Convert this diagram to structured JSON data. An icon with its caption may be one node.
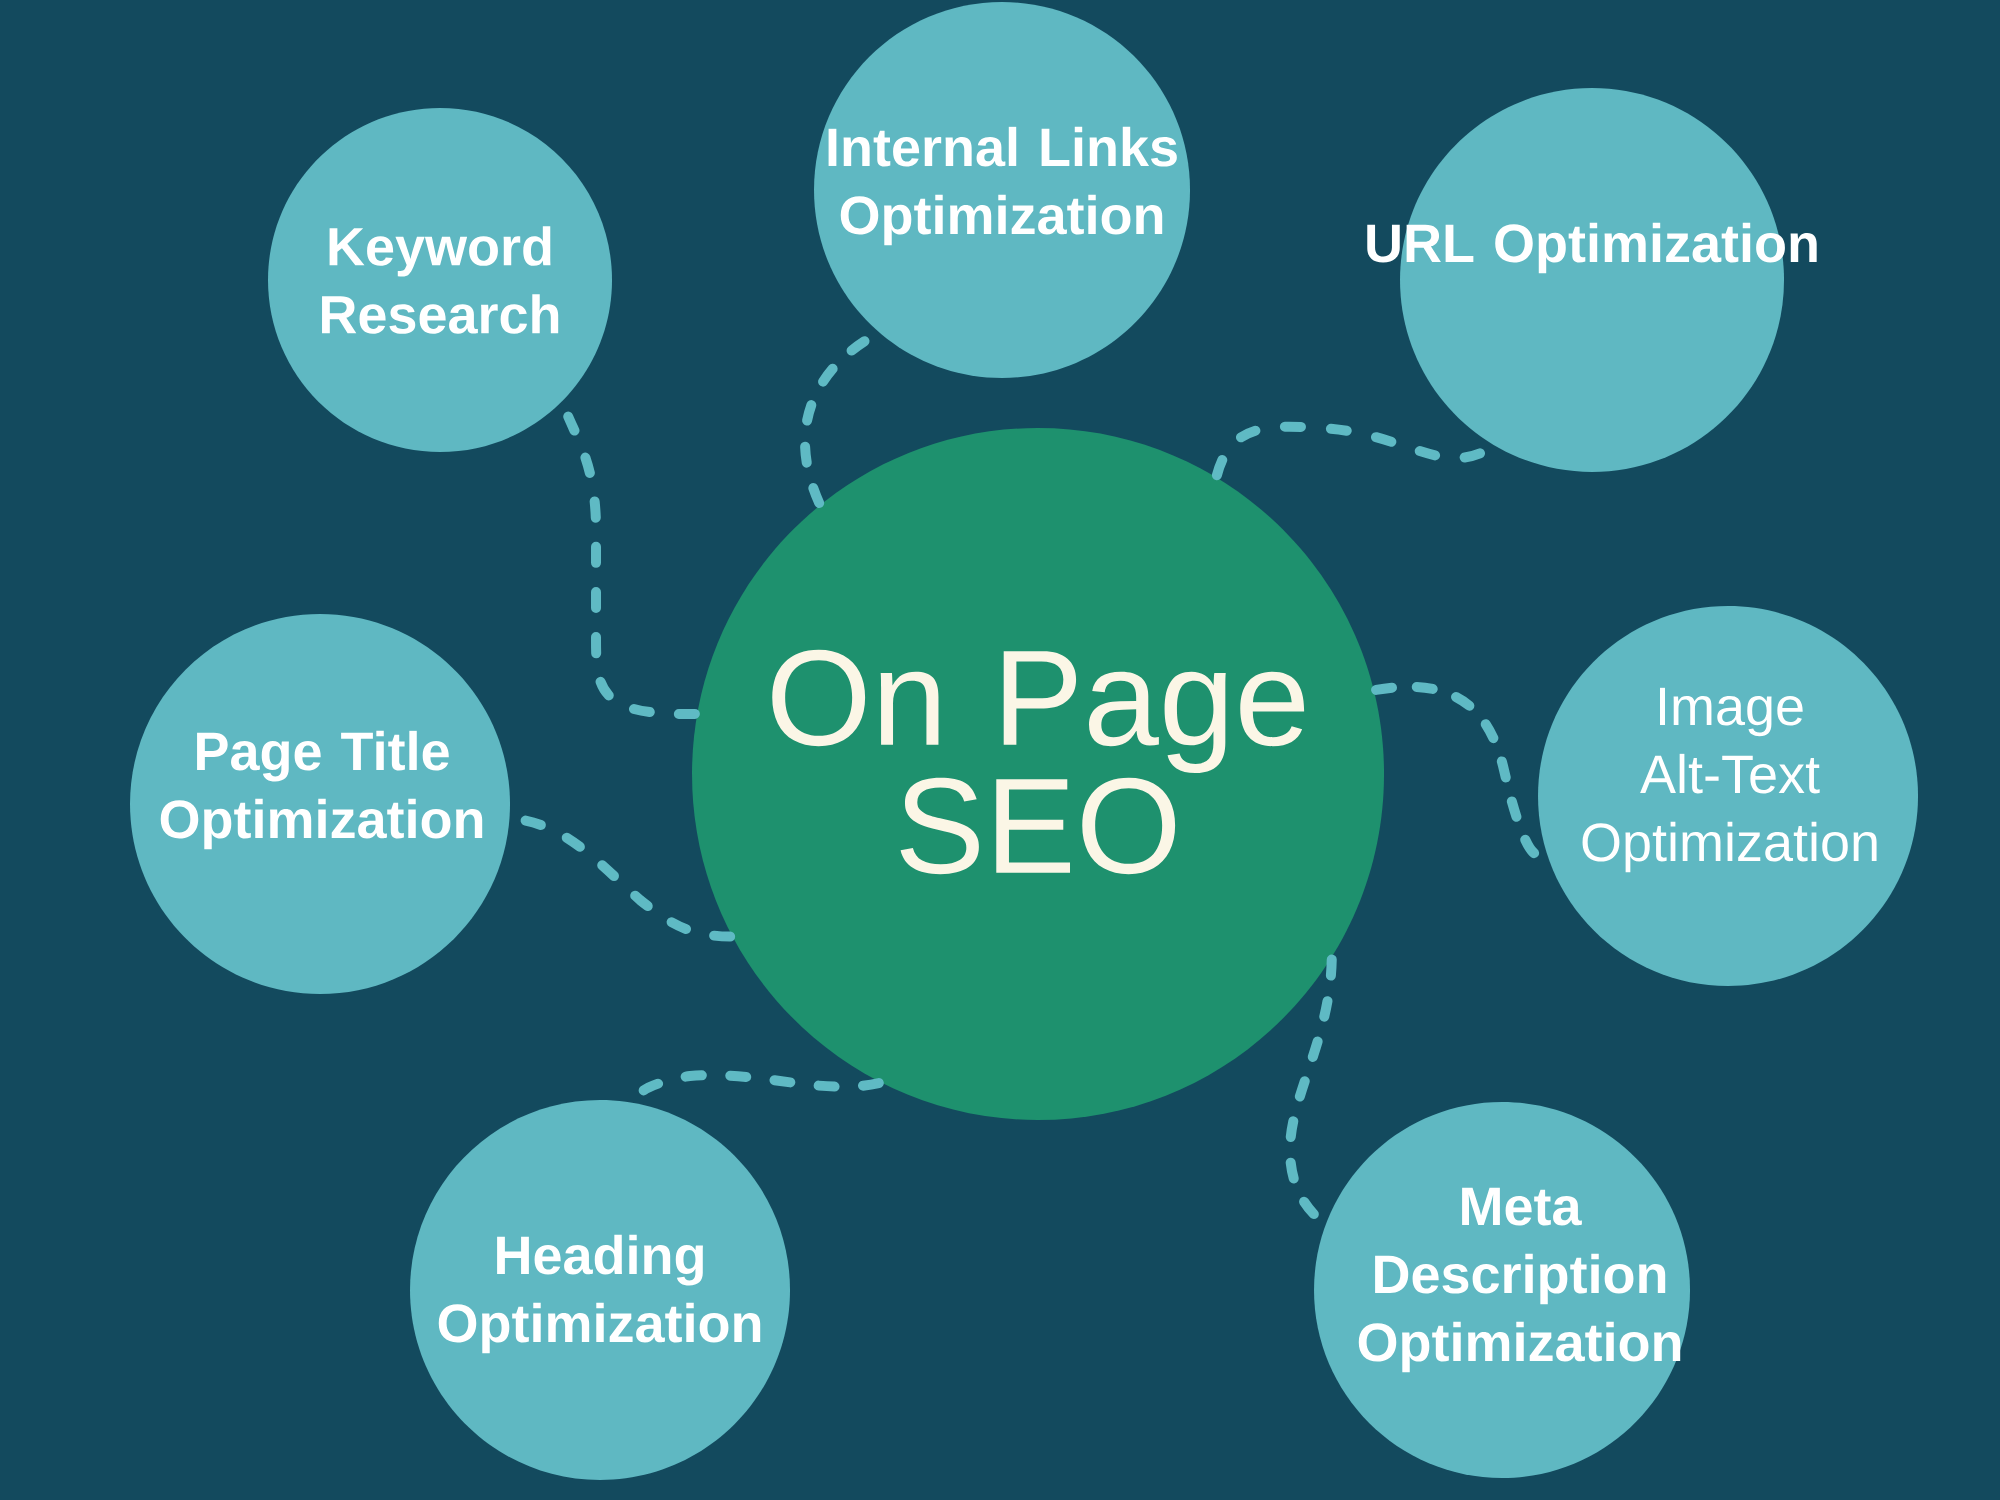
{
  "diagram": {
    "nodes": [
      {
        "text": [
          "On Page SEO"
        ]
      },
      {
        "text": [
          "Keyword Research"
        ]
      },
      {
        "text": [
          "Internal Links Optimization"
        ]
      },
      {
        "text": [
          "URL Optimization"
        ]
      },
      {
        "text": [
          "Page Title Optimization"
        ]
      },
      {
        "text": [
          "Image Alt-Text Optimization"
        ]
      },
      {
        "text": [
          "Heading Optimization"
        ]
      },
      {
        "text": [
          "Meta Description Optimization"
        ]
      }
    ],
    "edges": [
      {
        "from": 0,
        "to": 1,
        "arrow": "none",
        "style": "dashed"
      },
      {
        "from": 0,
        "to": 2,
        "arrow": "none",
        "style": "dashed"
      },
      {
        "from": 0,
        "to": 3,
        "arrow": "none",
        "style": "dashed"
      },
      {
        "from": 0,
        "to": 5,
        "arrow": "none",
        "style": "dashed"
      },
      {
        "from": 0,
        "to": 7,
        "arrow": "none",
        "style": "dashed"
      },
      {
        "from": 0,
        "to": 4,
        "arrow": "none",
        "style": "dashed"
      },
      {
        "from": 0,
        "to": 6,
        "arrow": "none",
        "style": "dashed"
      }
    ]
  }
}
